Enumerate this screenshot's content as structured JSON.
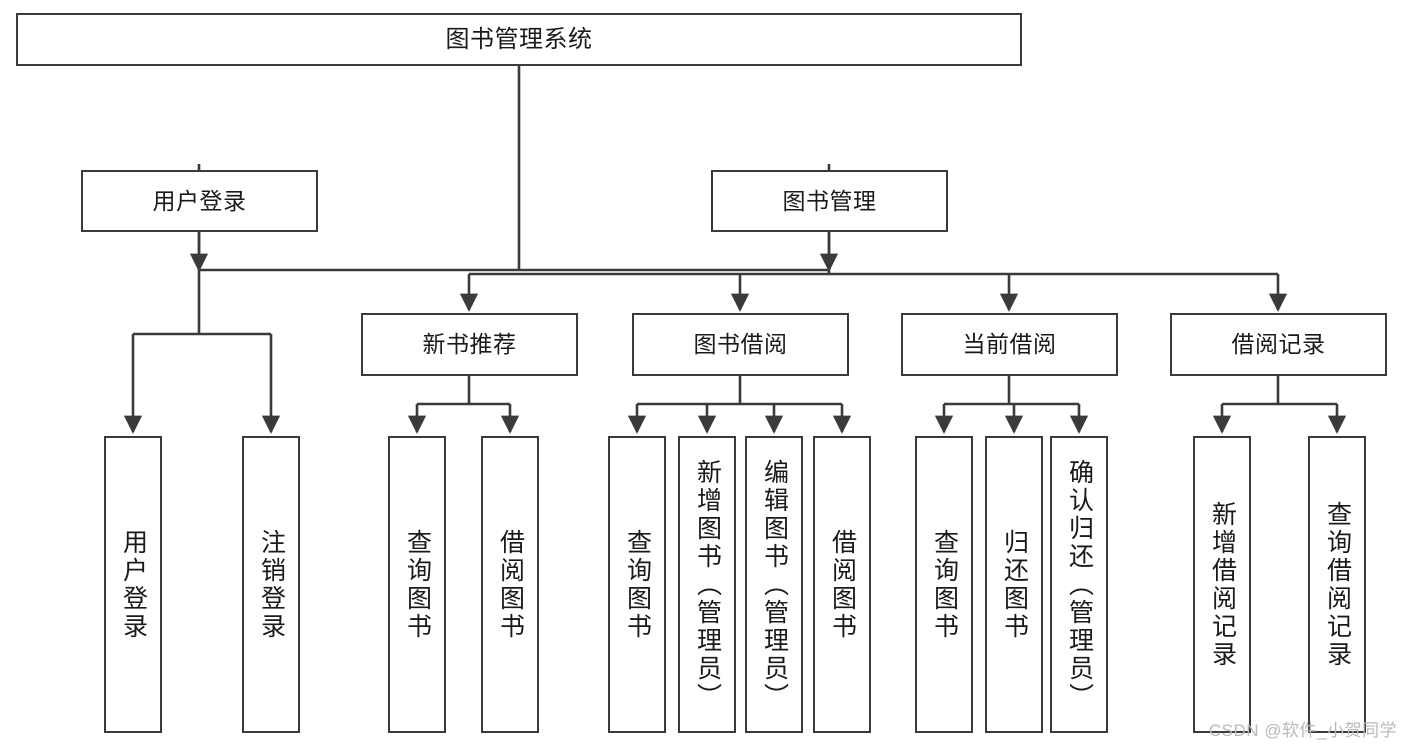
{
  "diagram": {
    "title": "图书管理系统",
    "type": "tree-hierarchy",
    "root": {
      "id": "root",
      "label": "图书管理系统"
    },
    "level2": [
      {
        "id": "user-login",
        "label": "用户登录"
      },
      {
        "id": "book-manage",
        "label": "图书管理"
      }
    ],
    "level3": [
      {
        "id": "new-book-rec",
        "label": "新书推荐",
        "parent": "book-manage"
      },
      {
        "id": "book-borrow",
        "label": "图书借阅",
        "parent": "book-manage"
      },
      {
        "id": "current-borrow",
        "label": "当前借阅",
        "parent": "book-manage"
      },
      {
        "id": "borrow-record",
        "label": "借阅记录",
        "parent": "book-manage"
      }
    ],
    "leaves": {
      "user-login": [
        {
          "id": "leaf-user-login",
          "label": "用户登录"
        },
        {
          "id": "leaf-user-logout",
          "label": "注销登录"
        }
      ],
      "new-book-rec": [
        {
          "id": "leaf-query-book-1",
          "label": "查询图书"
        },
        {
          "id": "leaf-borrow-book-1",
          "label": "借阅图书"
        }
      ],
      "book-borrow": [
        {
          "id": "leaf-query-book-2",
          "label": "查询图书"
        },
        {
          "id": "leaf-add-book",
          "label": "新增图书（管理员）"
        },
        {
          "id": "leaf-edit-book",
          "label": "编辑图书（管理员）"
        },
        {
          "id": "leaf-borrow-book-2",
          "label": "借阅图书"
        }
      ],
      "current-borrow": [
        {
          "id": "leaf-query-book-3",
          "label": "查询图书"
        },
        {
          "id": "leaf-return-book",
          "label": "归还图书"
        },
        {
          "id": "leaf-confirm-return",
          "label": "确认归还（管理员）"
        }
      ],
      "borrow-record": [
        {
          "id": "leaf-add-record",
          "label": "新增借阅记录"
        },
        {
          "id": "leaf-query-record",
          "label": "查询借阅记录"
        }
      ]
    }
  },
  "watermark": {
    "text": "CSDN @软件_小贺同学"
  },
  "colors": {
    "stroke": "#3a3a3a",
    "fill": "#ffffff",
    "text": "#1a1a1a",
    "watermark": "#b9b9b9"
  }
}
